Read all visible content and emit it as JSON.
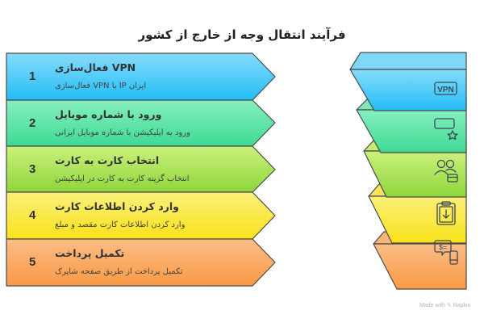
{
  "title": "فرآیند انتقال وجه از خارج از کشور",
  "steps": [
    {
      "number": "1",
      "title": "VPN فعال‌سازی",
      "description": "ایران IP با VPN فعال‌سازی",
      "icon": "vpn-badge-icon",
      "color_top": "#86dcfb",
      "color_bottom": "#22bdf5"
    },
    {
      "number": "2",
      "title": "ورود با شماره موبایل",
      "description": "ورود به اپلیکیشن با شماره موبایل ایرانی",
      "icon": "card-star-icon",
      "color_top": "#86f0bf",
      "color_bottom": "#3fd994"
    },
    {
      "number": "3",
      "title": "انتخاب کارت به کارت",
      "description": "انتخاب گزینه کارت به کارت در اپلیکیشن",
      "icon": "users-card-icon",
      "color_top": "#cbf17c",
      "color_bottom": "#8ed63c"
    },
    {
      "number": "4",
      "title": "وارد کردن اطلاعات کارت",
      "description": "وارد کردن اطلاعات کارت مقصد و مبلغ",
      "icon": "clipboard-download-icon",
      "color_top": "#fbf07a",
      "color_bottom": "#f9e21a"
    },
    {
      "number": "5",
      "title": "تکمیل پرداخت",
      "description": "تکمیل پرداخت از طریق صفحه شاپرک",
      "icon": "payment-chat-phone-icon",
      "color_top": "#fbbd85",
      "color_bottom": "#f99a45"
    }
  ],
  "watermark": "Made with ✎ Napkin"
}
